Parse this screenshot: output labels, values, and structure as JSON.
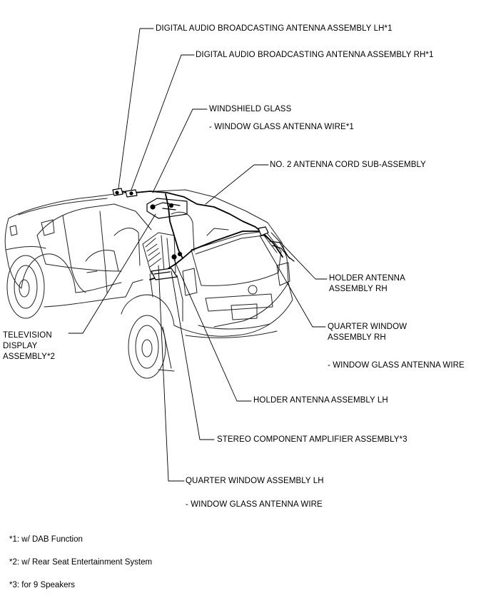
{
  "labels": {
    "dab_lh": "DIGITAL AUDIO BROADCASTING ANTENNA ASSEMBLY LH*1",
    "dab_rh": "DIGITAL AUDIO BROADCASTING ANTENNA ASSEMBLY RH*1",
    "windshield_glass": "WINDSHIELD GLASS",
    "windshield_wire": "- WINDOW GLASS ANTENNA WIRE*1",
    "no2_antenna_cord": "NO. 2 ANTENNA CORD SUB-ASSEMBLY",
    "holder_rh_1": "HOLDER ANTENNA",
    "holder_rh_2": "ASSEMBLY RH",
    "quarter_rh_1": "QUARTER WINDOW",
    "quarter_rh_2": "ASSEMBLY RH",
    "quarter_rh_wire": "- WINDOW GLASS ANTENNA WIRE",
    "tv_1": "TELEVISION",
    "tv_2": "DISPLAY",
    "tv_3": "ASSEMBLY*2",
    "holder_lh": "HOLDER ANTENNA ASSEMBLY LH",
    "stereo_amp": "STEREO COMPONENT AMPLIFIER ASSEMBLY*3",
    "quarter_lh": "QUARTER WINDOW ASSEMBLY LH",
    "quarter_lh_wire": "- WINDOW GLASS ANTENNA WIRE"
  },
  "notes": {
    "n1": "*1: w/ DAB Function",
    "n2": "*2: w/ Rear Seat Entertainment System",
    "n3": "*3: for 9 Speakers"
  }
}
